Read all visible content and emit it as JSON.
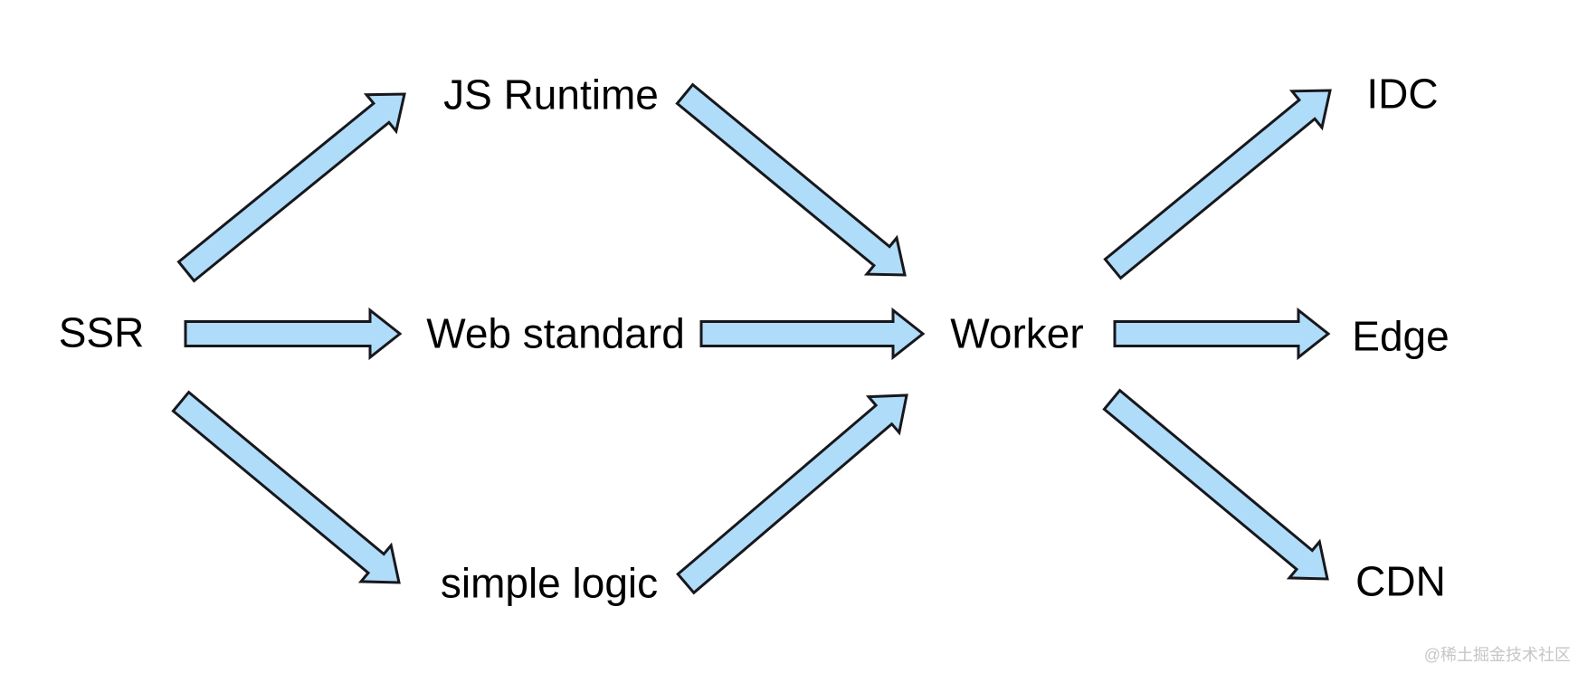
{
  "diagram": {
    "nodes": [
      {
        "id": "ssr",
        "label": "SSR"
      },
      {
        "id": "js-runtime",
        "label": "JS Runtime"
      },
      {
        "id": "web-standard",
        "label": "Web standard"
      },
      {
        "id": "simple-logic",
        "label": "simple logic"
      },
      {
        "id": "worker",
        "label": "Worker"
      },
      {
        "id": "idc",
        "label": "IDC"
      },
      {
        "id": "edge",
        "label": "Edge"
      },
      {
        "id": "cdn",
        "label": "CDN"
      }
    ],
    "edges": [
      {
        "from": "ssr",
        "to": "js-runtime"
      },
      {
        "from": "ssr",
        "to": "web-standard"
      },
      {
        "from": "ssr",
        "to": "simple-logic"
      },
      {
        "from": "js-runtime",
        "to": "worker"
      },
      {
        "from": "web-standard",
        "to": "worker"
      },
      {
        "from": "simple-logic",
        "to": "worker"
      },
      {
        "from": "worker",
        "to": "idc"
      },
      {
        "from": "worker",
        "to": "edge"
      },
      {
        "from": "worker",
        "to": "cdn"
      }
    ],
    "arrow_style": {
      "fill": "#AFDCF8",
      "stroke": "#17171c",
      "text_color": "#000000"
    }
  },
  "watermark": {
    "text": "@稀土掘金技术社区",
    "color": "#c6c6c6"
  }
}
